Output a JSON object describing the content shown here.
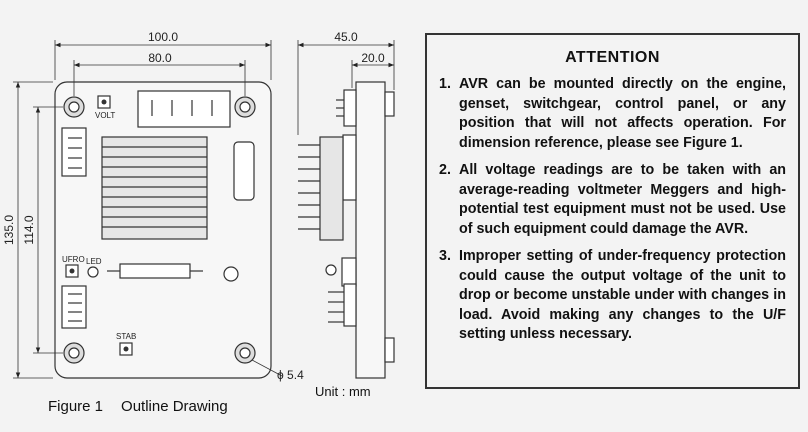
{
  "dimensions": {
    "width_total": "100.0",
    "width_inner": "80.0",
    "height_total": "135.0",
    "height_inner": "114.0",
    "depth_total": "45.0",
    "depth_partial": "20.0",
    "hole_diameter": "ϕ 5.4"
  },
  "labels": {
    "volt": "VOLT",
    "ufro": "UFRO",
    "led": "LED",
    "stab": "STAB"
  },
  "caption": {
    "figure_number": "Figure 1",
    "figure_title": "Outline Drawing",
    "unit": "Unit : mm"
  },
  "attention": {
    "title": "ATTENTION",
    "notes": [
      {
        "number": "1.",
        "text": "AVR can be mounted directly on the engine, genset, switchgear, control panel, or any position that will not affects operation. For dimension reference, please see Figure 1."
      },
      {
        "number": "2.",
        "text": "All voltage readings are to be taken with an average-reading voltmeter Meggers and high-potential test equipment must not be used. Use of such equipment could damage the AVR."
      },
      {
        "number": "3.",
        "text": "Improper setting of under-frequency protection could cause the output voltage of the unit to drop or become unstable under with changes in load. Avoid making any changes to the U/F setting unless necessary."
      }
    ]
  }
}
